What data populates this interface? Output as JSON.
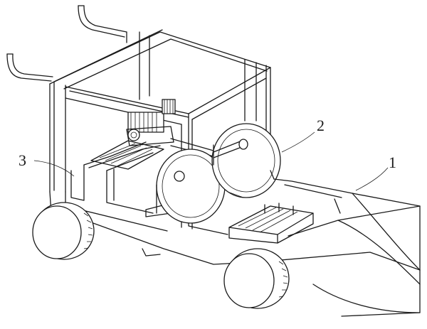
{
  "callouts": {
    "left": "3",
    "middle": "2",
    "right": "1"
  }
}
